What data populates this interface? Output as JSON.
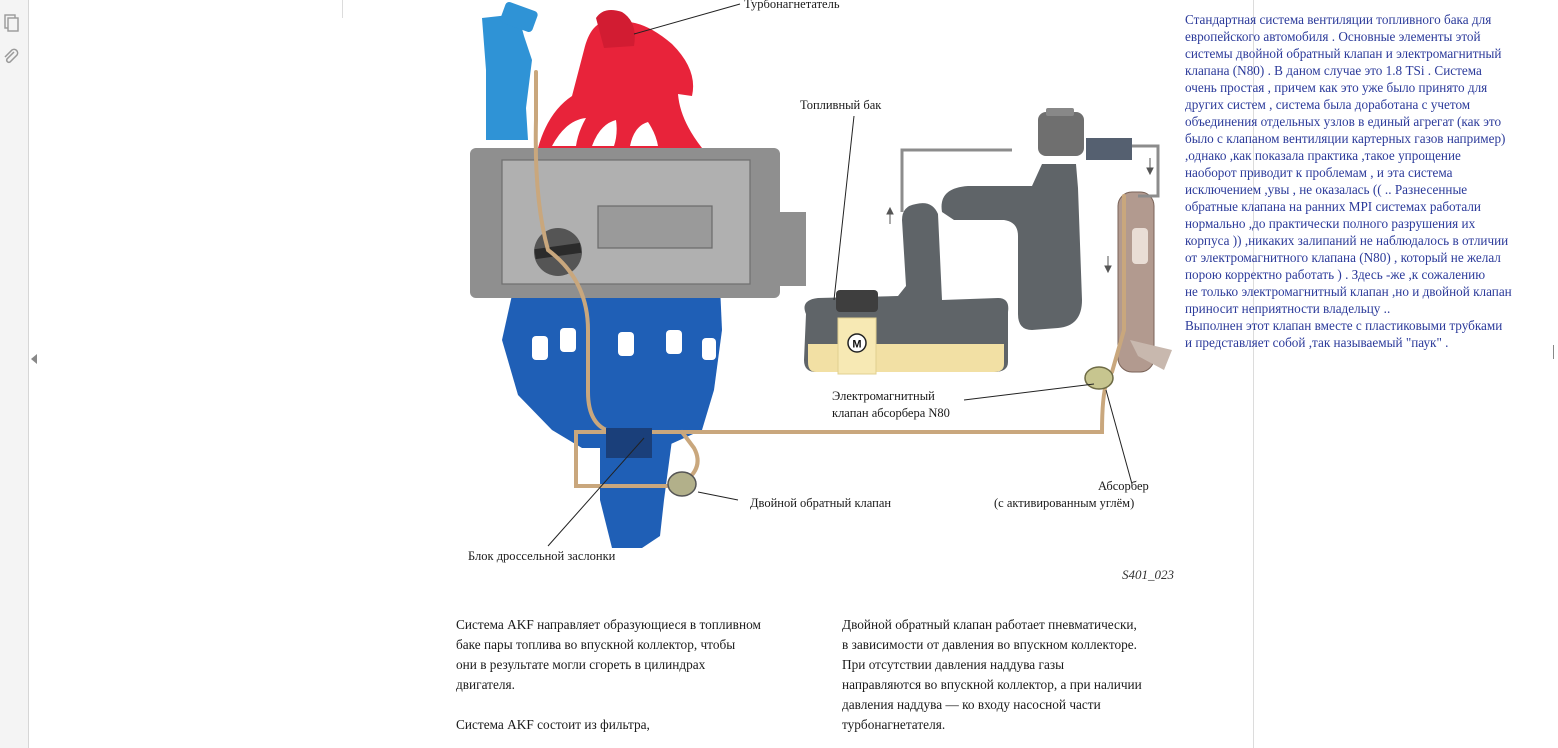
{
  "sidebar": {
    "icons": [
      "pages-icon",
      "attachment-icon"
    ]
  },
  "diagram": {
    "labels": {
      "turbocharger": "Турбонагнетатель",
      "fuel_tank": "Топливный бак",
      "valve_n80_line1": "Электромагнитный",
      "valve_n80_line2": "клапан абсорбера N80",
      "absorber_line1": "Абсорбер",
      "absorber_line2": "(с активированным углём)",
      "double_check_valve": "Двойной обратный клапан",
      "throttle_body": "Блок дроссельной заслонки",
      "pump_motor": "M"
    },
    "figure_code": "S401_023"
  },
  "page_text": {
    "left_column": "Система AKF направляет образующиеся в топливном\nбаке пары топлива во впускной коллектор, чтобы\nони в результате могли сгореть в цилиндрах\nдвигателя.\n\nСистема AKF состоит из фильтра,",
    "right_column": "Двойной обратный клапан работает пневматически,\nв зависимости от давления во впускном коллекторе.\nПри отсутствии давления наддува газы\nнаправляются во впускной коллектор, а при наличии\nдавления наддува — ко входу насосной части\nтурбонагнетателя."
  },
  "comment": {
    "text": "Стандартная система  вентиляции топливного бака  для\nевропейского автомобиля . Основные  элементы  этой\nсистемы двойной обратный клапан и электромагнитный\nклапана  (N80) . В даном случае  это 1.8 TSi . Система\nочень простая  , причем как это уже  было принято для\nдругих систем , система  была доработана с учетом\nобъединения  отдельных узлов  в единый агрегат (как это\nбыло с клапаном вентиляции картерных газов  например)\n,однако  ,как показала практика  ,такое упрощение\nнаоборот приводит к проблемам , и эта система\nисключением ,увы , не оказалась (( .. Разнесенные\nобратные  клапана   на ранних MPI системах работали\nнормально ,до практически полного разрушения  их\nкорпуса )) ,никаких залипаний не наблюдалось в отличии\nот электромагнитного клапана (N80)  , который  не желал\nпорою  корректно  работать     ) . Здесь -же  ,к сожалению\nне только электромагнитный клапан  ,но и двойной клапан\nприносит неприятности владельцу  ..\n Выполнен этот клапан  вместе с пластиковыми трубками\nи представляет собой ,так называемый \"паук\"  ."
  },
  "colors": {
    "intake_blue": "#2f93d6",
    "manifold_red": "#e8233a",
    "engine_gray": "#8f8f8f",
    "block_blue": "#1f5fb6",
    "pipe_tan": "#c9a77d",
    "tank_gray": "#5f6468",
    "fuel_yellow": "#f2e0a4",
    "comment_blue": "#2b3a9a"
  }
}
